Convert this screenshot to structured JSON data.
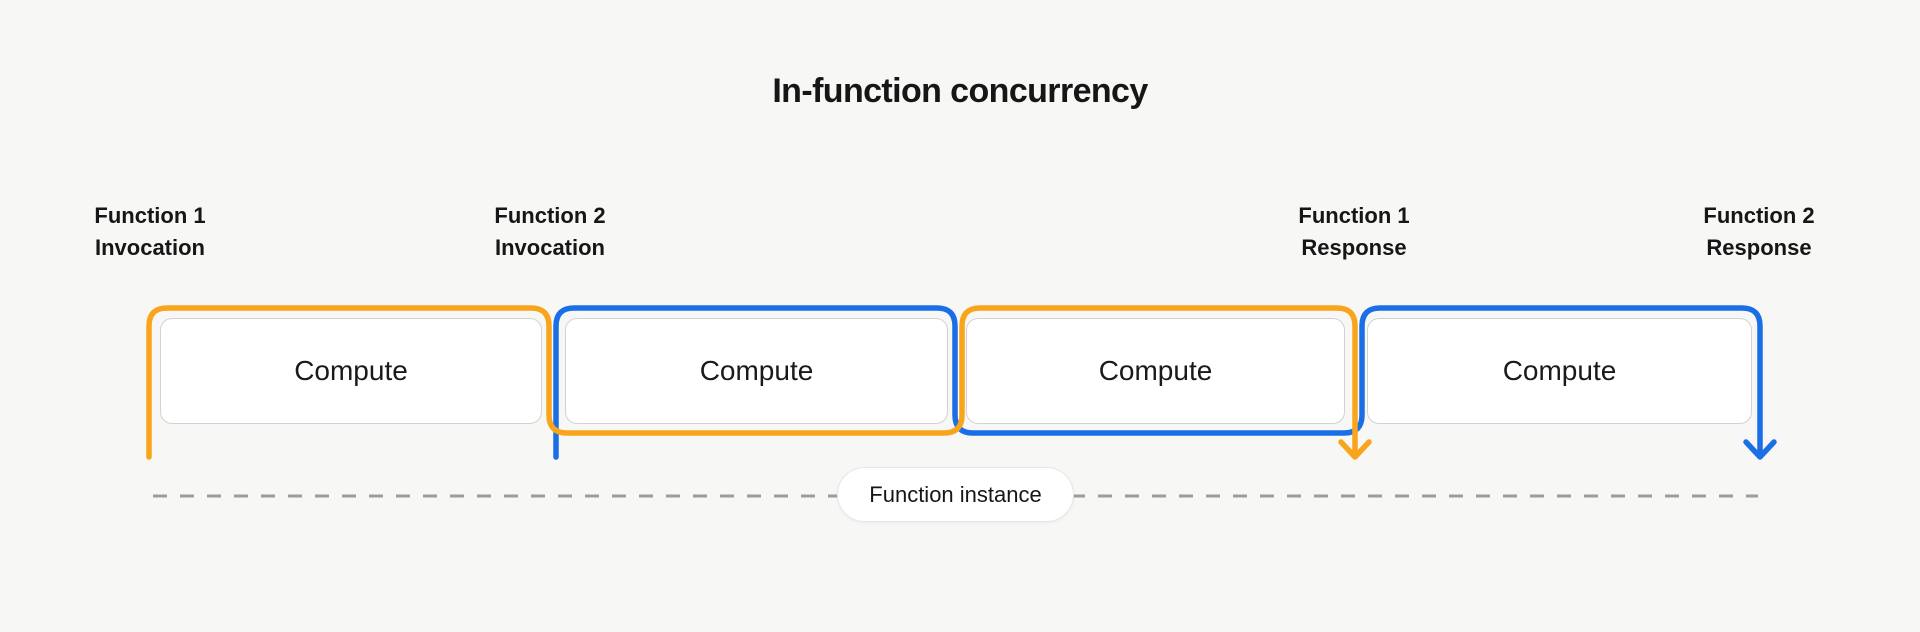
{
  "title": "In-function concurrency",
  "colors": {
    "function1": "#F9A51B",
    "function2": "#1A6FE6",
    "dash": "#9C9C9A",
    "background": "#F7F7F5"
  },
  "event_labels": [
    {
      "function": "Function 1",
      "event": "Invocation"
    },
    {
      "function": "Function 2",
      "event": "Invocation"
    },
    {
      "function": "Function 1",
      "event": "Response"
    },
    {
      "function": "Function 2",
      "event": "Response"
    }
  ],
  "compute_boxes": [
    {
      "label": "Compute"
    },
    {
      "label": "Compute"
    },
    {
      "label": "Compute"
    },
    {
      "label": "Compute"
    }
  ],
  "timeline": {
    "instance_label": "Function instance"
  }
}
